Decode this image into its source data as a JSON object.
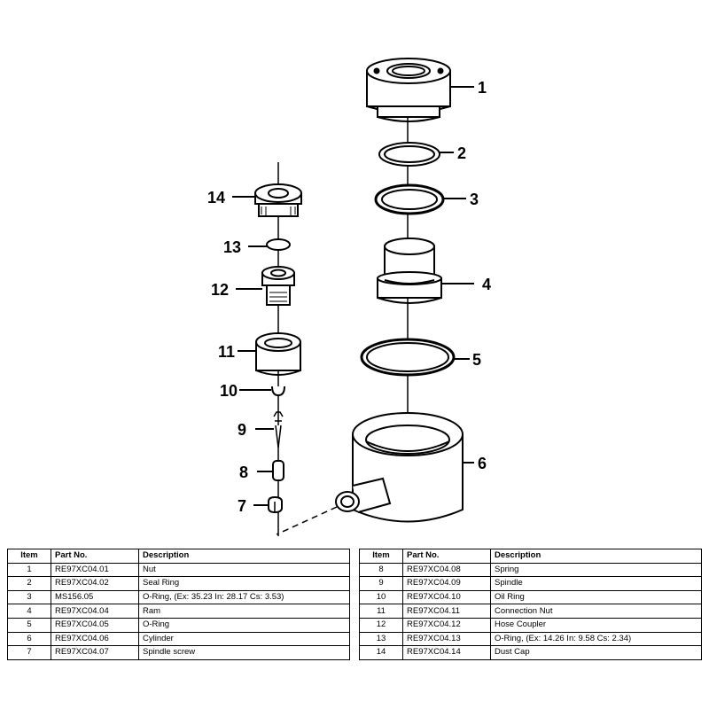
{
  "diagram": {
    "callouts": [
      "1",
      "2",
      "3",
      "4",
      "5",
      "6",
      "7",
      "8",
      "9",
      "10",
      "11",
      "12",
      "13",
      "14"
    ]
  },
  "table": {
    "headers": {
      "item": "Item",
      "part_no": "Part No.",
      "description": "Description"
    },
    "left_rows": [
      {
        "item": "1",
        "part_no": "RE97XC04.01",
        "description": "Nut"
      },
      {
        "item": "2",
        "part_no": "RE97XC04.02",
        "description": "Seal Ring"
      },
      {
        "item": "3",
        "part_no": "MS156.05",
        "description": "O-Ring, (Ex: 35.23 In: 28.17 Cs: 3.53)"
      },
      {
        "item": "4",
        "part_no": "RE97XC04.04",
        "description": "Ram"
      },
      {
        "item": "5",
        "part_no": "RE97XC04.05",
        "description": "O-Ring"
      },
      {
        "item": "6",
        "part_no": "RE97XC04.06",
        "description": "Cylinder"
      },
      {
        "item": "7",
        "part_no": "RE97XC04.07",
        "description": "Spindle screw"
      }
    ],
    "right_rows": [
      {
        "item": "8",
        "part_no": "RE97XC04.08",
        "description": "Spring"
      },
      {
        "item": "9",
        "part_no": "RE97XC04.09",
        "description": "Spindle"
      },
      {
        "item": "10",
        "part_no": "RE97XC04.10",
        "description": "Oil Ring"
      },
      {
        "item": "11",
        "part_no": "RE97XC04.11",
        "description": "Connection Nut"
      },
      {
        "item": "12",
        "part_no": "RE97XC04.12",
        "description": "Hose Coupler"
      },
      {
        "item": "13",
        "part_no": "RE97XC04.13",
        "description": "O-Ring, (Ex: 14.26 In: 9.58 Cs: 2.34)"
      },
      {
        "item": "14",
        "part_no": "RE97XC04.14",
        "description": "Dust Cap"
      }
    ]
  }
}
